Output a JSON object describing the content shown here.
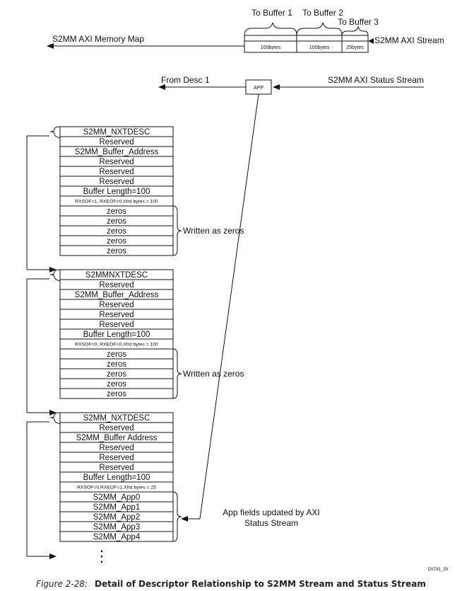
{
  "top": {
    "buffer_labels": [
      "To Buffer 1",
      "To Buffer 2",
      "To Buffer 3"
    ],
    "segments": [
      "100bytes",
      "100bytes",
      "25bytes"
    ],
    "memory_map": "S2MM AXI Memory Map",
    "stream": "S2MM AXI Stream",
    "from_desc": "From Desc 1",
    "app": "APP",
    "status_stream": "S2MM AXI Status Stream"
  },
  "descriptors": [
    {
      "rows": [
        "S2MM_NXTDESC",
        "Reserved",
        "S2MM_Buffer_Address",
        "Reserved",
        "Reserved",
        "Reserved",
        "Buffer Length=100",
        "RXSOF=1, RXEOF=0,Xfrd bytes = 100",
        "zeros",
        "zeros",
        "zeros",
        "zeros",
        "zeros"
      ],
      "note": "Written as zeros"
    },
    {
      "rows": [
        "S2MMNXTDESC",
        "Reserved",
        "S2MM_Buffer_Address",
        "Reserved",
        "Reserved",
        "Reserved",
        "Buffer Length=100",
        "RXSOF=0, RXEOF=0,Xfrd bytes = 100",
        "zeros",
        "zeros",
        "zeros",
        "zeros",
        "zeros"
      ],
      "note": "Written as zeros"
    },
    {
      "rows": [
        "S2MM_NXTDESC",
        "Reserved",
        "S2MM_Buffer Address",
        "Reserved",
        "Reserved",
        "Reserved",
        "Buffer Length=100",
        "RXSOF=0,RXEOF=1,Xfrd bytes = 25",
        "S2MM_App0",
        "S2MM_App1",
        "S2MM_App2",
        "S2MM_App3",
        "S2MM_App4"
      ],
      "note": "App fields updated by AXI Status Stream",
      "note_lines": [
        "App fields updated by AXI",
        "Status Stream"
      ]
    }
  ],
  "more": "⋮",
  "figure_id": "DS781_29",
  "caption": {
    "number": "Figure 2-28:",
    "title": "Detail of Descriptor Relationship to S2MM Stream and Status Stream"
  }
}
